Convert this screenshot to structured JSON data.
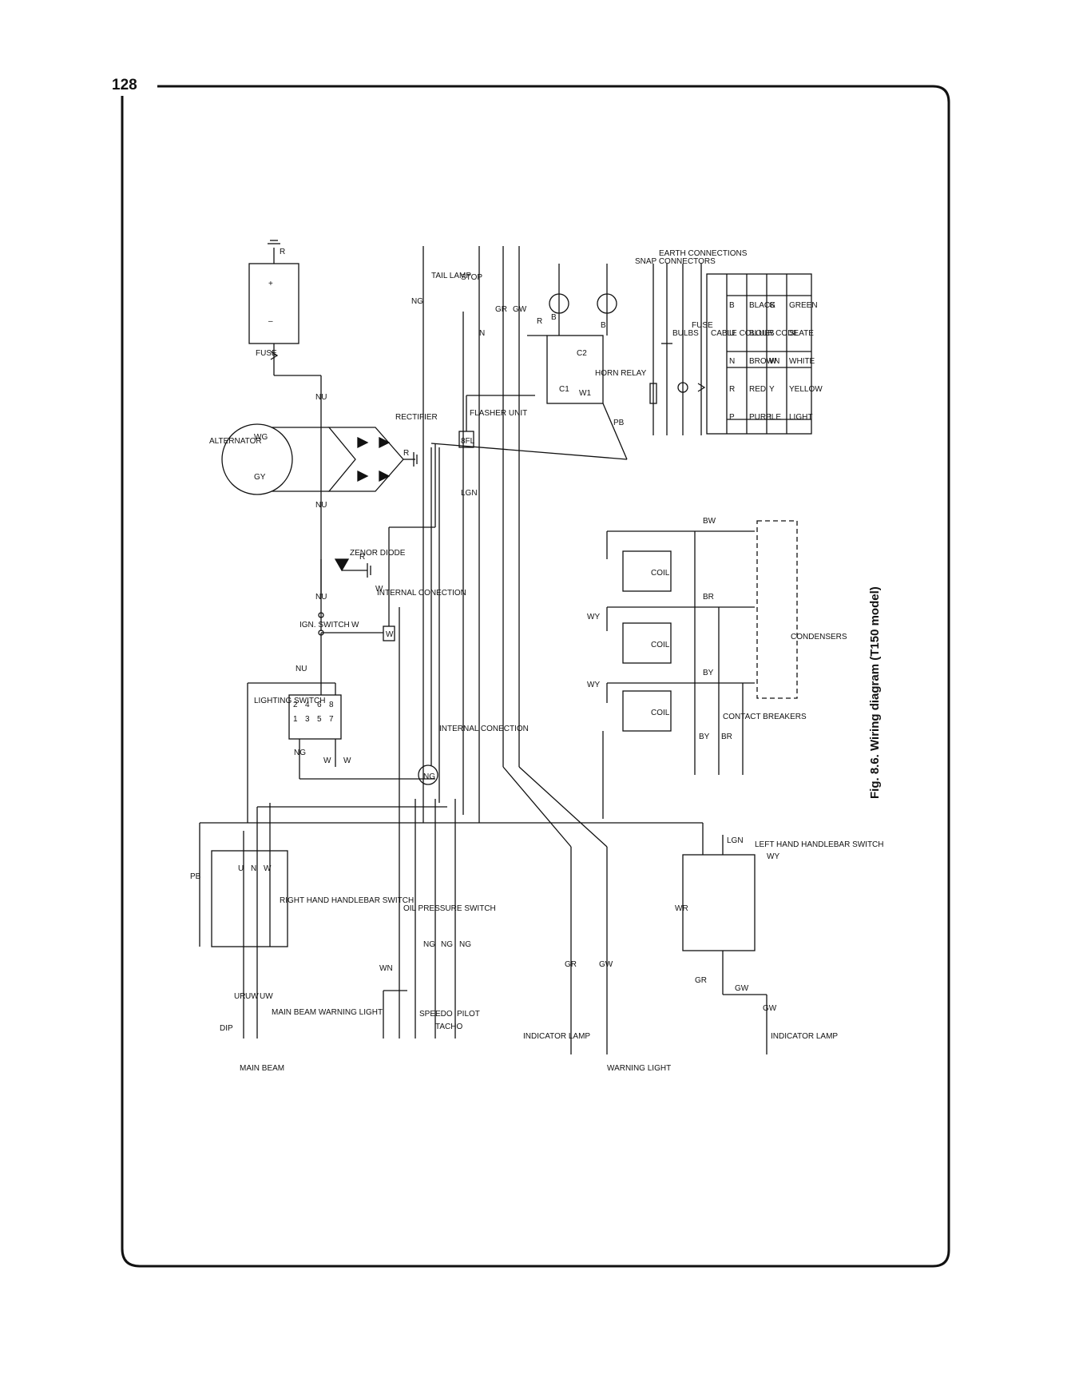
{
  "page_number": "128",
  "figure_caption": "Fig. 8.6. Wiring diagram (T150 model)",
  "components": {
    "battery": {
      "plus": "+",
      "minus": "–",
      "lead": "R"
    },
    "fuse": "FUSE",
    "alternator": "ALTERNATOR",
    "alt_gy": "GY",
    "alt_wg": "WG",
    "rectifier": "RECTIFIER",
    "rectifier_earth": "R",
    "zener": "ZENOR DIODE",
    "zener_earth": "R",
    "ign_switch": "IGN. SWITCH",
    "lighting_switch": "LIGHTING SWITCH",
    "internal_conection_top": "INTERNAL CONECTION",
    "internal_conection_mid": "INTERNAL CONECTION",
    "flasher_unit": "FLASHER UNIT",
    "flasher_tag": "8FL",
    "tail_lamp": "TAIL LAMP",
    "stop": "STOP",
    "horn_relay": "HORN RELAY",
    "horn_c1": "C1",
    "horn_c2": "C2",
    "horn_w1": "W1",
    "coil": "COIL",
    "condensers": "CONDENSERS",
    "contact_breakers": "CONTACT BREAKERS",
    "rh_switch": "RIGHT HAND HANDLEBAR SWITCH",
    "lh_switch": "LEFT HAND HANDLEBAR SWITCH",
    "oil_switch": "OIL PRESSURE SWITCH",
    "speedo": "SPEEDO",
    "tacho": "TACHO",
    "pilot": "PILOT",
    "dip": "DIP",
    "main_beam": "MAIN BEAM",
    "main_beam_warning": "MAIN BEAM WARNING LIGHT",
    "indicator_lamp": "INDICATOR LAMP",
    "warning_light": "WARNING LIGHT",
    "indicator_lamp_r": "INDICATOR LAMP"
  },
  "wire_labels": {
    "nu_1": "NU",
    "nu_2": "NU",
    "nu_3": "NU",
    "nu_4": "NU",
    "w_1": "W",
    "w_2": "W",
    "w_3": "W",
    "w_4": "W",
    "w_5": "W",
    "ng_1": "NG",
    "ng_tail": "NG",
    "u_1": "U",
    "n_1": "N",
    "pb_1": "PB",
    "pb_2": "PB",
    "ur": "UR",
    "uw_1": "UW",
    "uw_2": "UW",
    "wn": "WN",
    "ng_a": "NG",
    "ng_b": "NG",
    "ng_c": "NG",
    "lgn_1": "LGN",
    "lgn_2": "LGN",
    "gr_1": "GR",
    "gr_2": "GR",
    "gr_3": "GR",
    "gw_1": "GW",
    "gw_2": "GW",
    "gw_3": "GW",
    "gw_4": "GW",
    "n_stop": "N",
    "wr": "WR",
    "wy_1": "WY",
    "wy_2": "WY",
    "wy_3": "WY",
    "bw": "BW",
    "br_1": "BR",
    "br_2": "BR",
    "by_1": "BY",
    "by_2": "BY",
    "b_1": "B",
    "b_2": "B",
    "r_horn": "R",
    "ng_int": "NG",
    "ls_1": "1",
    "ls_2": "2",
    "ls_3": "3",
    "ls_4": "4",
    "ls_5": "5",
    "ls_6": "6",
    "ls_7": "7",
    "ls_8": "8",
    "w_box": "W"
  },
  "legend": {
    "snap": "SNAP CONNECTORS",
    "earth": "EARTH CONNECTIONS",
    "bulbs": "BULBS",
    "fuse": "FUSE"
  },
  "colour_code_table": {
    "header": "CABLE  COLOUR  CODE",
    "rows": [
      [
        "B",
        "BLACK",
        "G",
        "GREEN"
      ],
      [
        "U",
        "BLUE",
        "S",
        "SLATE"
      ],
      [
        "N",
        "BROWN",
        "W",
        "WHITE"
      ],
      [
        "R",
        "RED",
        "Y",
        "YELLOW"
      ],
      [
        "P",
        "PURPLE",
        "L",
        "LIGHT"
      ]
    ]
  }
}
